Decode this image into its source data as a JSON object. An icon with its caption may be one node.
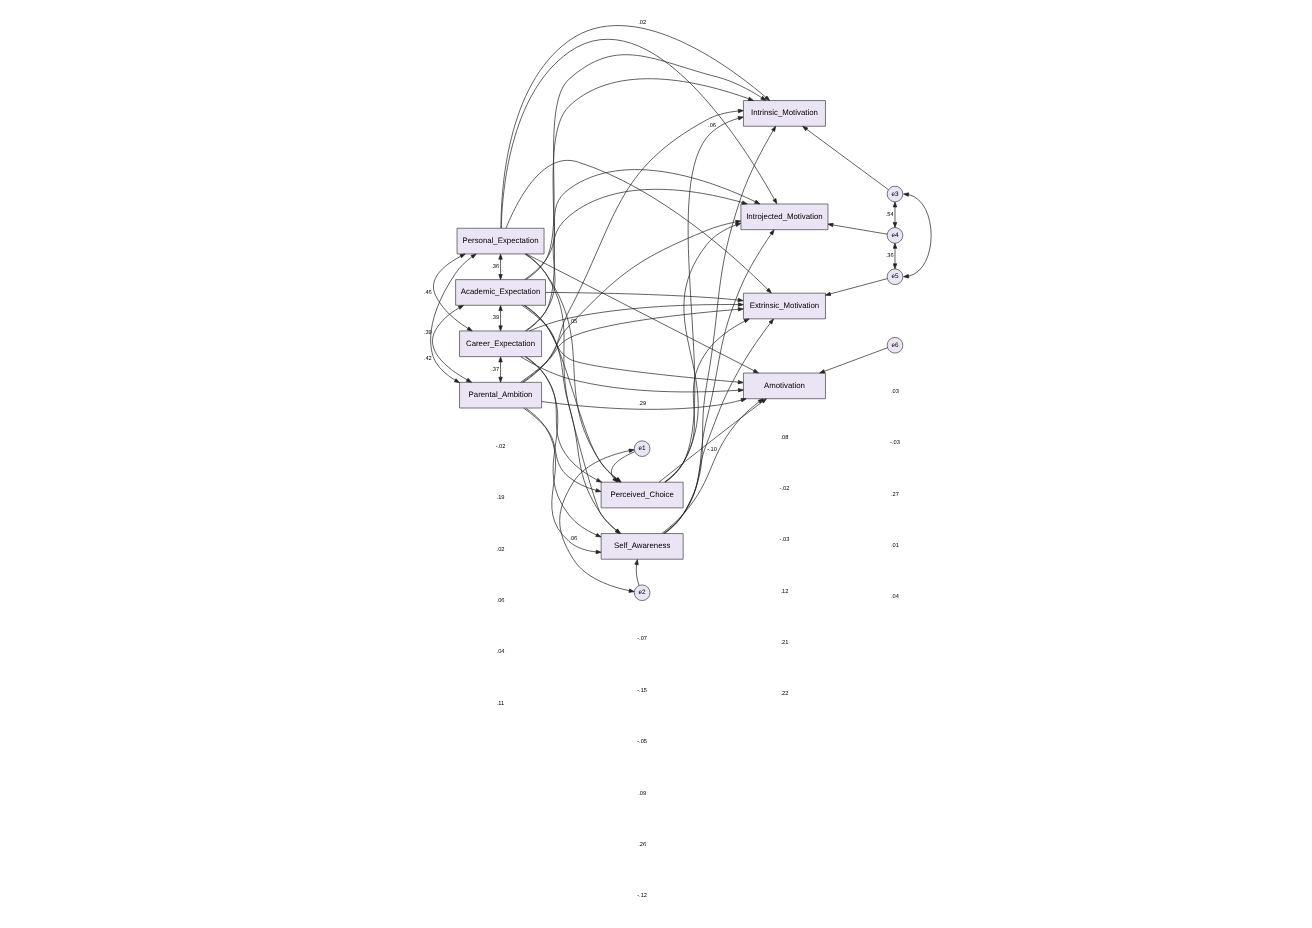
{
  "diagram": {
    "nodes": [
      {
        "text": [
          "Perceived_Choice"
        ]
      },
      {
        "text": [
          "e1"
        ]
      },
      {
        "text": [
          "Personal_Expectation"
        ]
      },
      {
        "text": [
          "Academic_Expectation"
        ]
      },
      {
        "text": [
          "Career_Expectation"
        ]
      },
      {
        "text": [
          "Parental_Ambition"
        ]
      },
      {
        "text": [
          "Intrinsic_Motivation"
        ]
      },
      {
        "text": [
          "e3"
        ]
      },
      {
        "text": [
          "Introjected_Motivation"
        ]
      },
      {
        "text": [
          "e4"
        ]
      },
      {
        "text": [
          "Extrinsic_Motivation"
        ]
      },
      {
        "text": [
          "e5"
        ]
      },
      {
        "text": [
          "Amotivation"
        ]
      },
      {
        "text": [
          "e6"
        ]
      },
      {
        "text": [
          "Self_Awareness"
        ]
      },
      {
        "text": [
          "e2"
        ]
      }
    ],
    "edges": [
      {
        "from": 2,
        "to": 0,
        "arrow": "to",
        "label": ".05"
      },
      {
        "from": 3,
        "to": 0,
        "arrow": "to"
      },
      {
        "from": 4,
        "to": 0,
        "arrow": "to"
      },
      {
        "from": 5,
        "to": 0,
        "arrow": "to"
      },
      {
        "from": 2,
        "to": 14,
        "arrow": "to"
      },
      {
        "from": 3,
        "to": 14,
        "arrow": "to"
      },
      {
        "from": 4,
        "to": 14,
        "arrow": "to"
      },
      {
        "from": 5,
        "to": 14,
        "arrow": "to",
        "label": ".06"
      },
      {
        "from": 2,
        "to": 6,
        "arrow": "to",
        "label": ".02"
      },
      {
        "from": 2,
        "to": 8,
        "arrow": "to"
      },
      {
        "from": 2,
        "to": 10,
        "arrow": "to"
      },
      {
        "from": 2,
        "to": 12,
        "arrow": "to"
      },
      {
        "from": 3,
        "to": 6,
        "arrow": "to"
      },
      {
        "from": 3,
        "to": 8,
        "arrow": "to"
      },
      {
        "from": 3,
        "to": 10,
        "arrow": "to"
      },
      {
        "from": 3,
        "to": 12,
        "arrow": "to"
      },
      {
        "from": 4,
        "to": 6,
        "arrow": "to"
      },
      {
        "from": 4,
        "to": 8,
        "arrow": "to"
      },
      {
        "from": 4,
        "to": 10,
        "arrow": "to"
      },
      {
        "from": 4,
        "to": 12,
        "arrow": "to"
      },
      {
        "from": 5,
        "to": 6,
        "arrow": "to"
      },
      {
        "from": 5,
        "to": 8,
        "arrow": "to"
      },
      {
        "from": 5,
        "to": 10,
        "arrow": "to"
      },
      {
        "from": 5,
        "to": 12,
        "arrow": "to",
        "label": ".29"
      },
      {
        "from": 0,
        "to": 6,
        "arrow": "to",
        "label": ".06"
      },
      {
        "from": 0,
        "to": 8,
        "arrow": "to"
      },
      {
        "from": 0,
        "to": 10,
        "arrow": "to"
      },
      {
        "from": 0,
        "to": 12,
        "arrow": "to"
      },
      {
        "from": 14,
        "to": 6,
        "arrow": "to"
      },
      {
        "from": 14,
        "to": 8,
        "arrow": "to"
      },
      {
        "from": 14,
        "to": 10,
        "arrow": "to"
      },
      {
        "from": 14,
        "to": 12,
        "arrow": "to",
        "label": "-.10"
      },
      {
        "from": 1,
        "to": 0,
        "arrow": "to"
      },
      {
        "from": 15,
        "to": 14,
        "arrow": "to"
      },
      {
        "from": 7,
        "to": 6,
        "arrow": "to"
      },
      {
        "from": 9,
        "to": 8,
        "arrow": "to"
      },
      {
        "from": 11,
        "to": 10,
        "arrow": "to"
      },
      {
        "from": 13,
        "to": 12,
        "arrow": "to"
      },
      {
        "from": 1,
        "to": 15,
        "arrow": "both"
      },
      {
        "from": 2,
        "to": 3,
        "arrow": "both",
        "label": ".36"
      },
      {
        "from": 2,
        "to": 4,
        "arrow": "both",
        "label": ".46"
      },
      {
        "from": 2,
        "to": 5,
        "arrow": "both",
        "label": ".42"
      },
      {
        "from": 3,
        "to": 4,
        "arrow": "both",
        "label": ".39"
      },
      {
        "from": 3,
        "to": 5,
        "arrow": "both",
        "label": ".39"
      },
      {
        "from": 4,
        "to": 5,
        "arrow": "both",
        "label": ".37"
      },
      {
        "from": 7,
        "to": 9,
        "arrow": "both",
        "label": ".54"
      },
      {
        "from": 9,
        "to": 11,
        "arrow": "both",
        "label": ".36"
      },
      {
        "from": 7,
        "to": 11,
        "arrow": "both"
      }
    ],
    "labels": [
      "-.02",
      "-.07",
      ".08",
      ".03",
      ".19",
      "-.15",
      "-.02",
      "-.03",
      ".02",
      "-.05",
      "-.03",
      ".27",
      ".06",
      ".09",
      ".12",
      ".01",
      ".04",
      ".26",
      ".21",
      ".04",
      ".11",
      "-.12",
      ".22"
    ]
  }
}
